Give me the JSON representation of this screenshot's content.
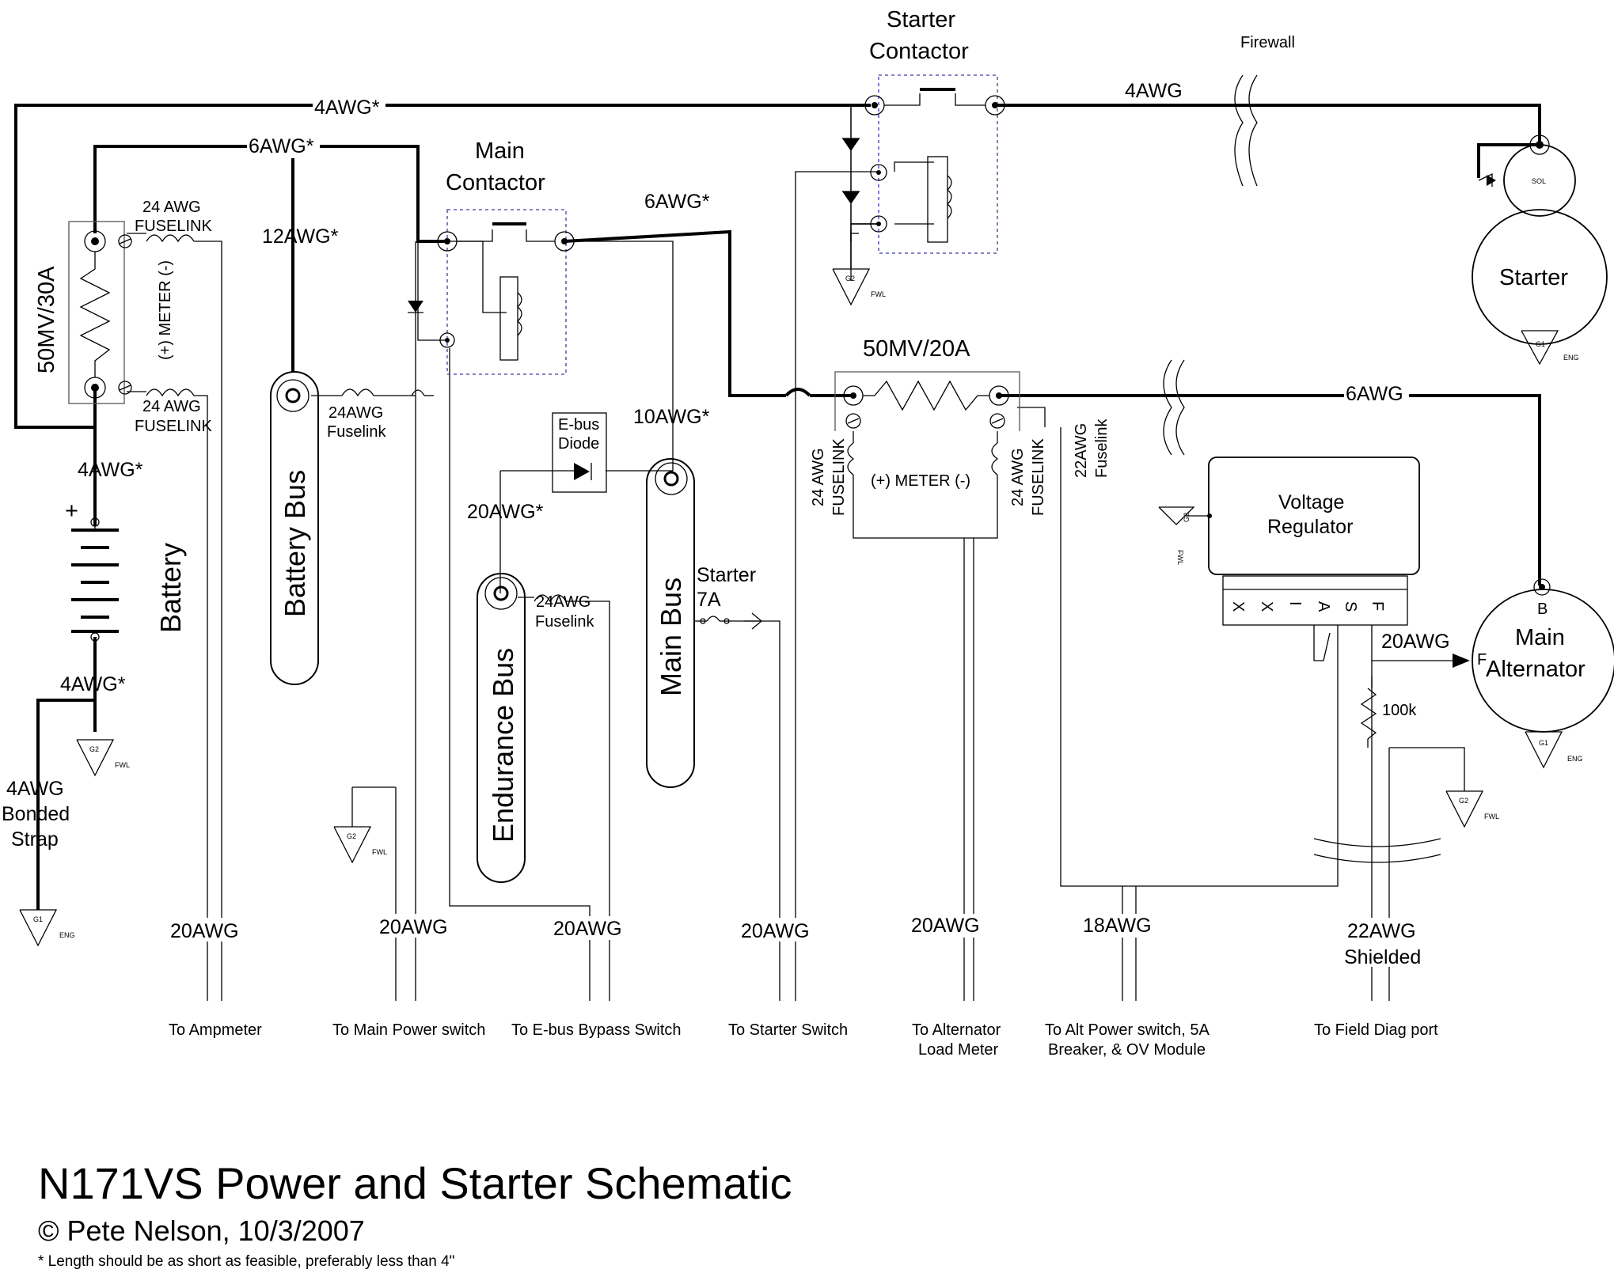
{
  "title": "N171VS Power and Starter Schematic",
  "copyright": "© Pete Nelson, 10/3/2007",
  "footnote": "*  Length should be as short as feasible, preferably less than 4\"",
  "components": {
    "battery": "Battery",
    "battery_plus": "+",
    "battery_shunt": "50MV/30A",
    "battery_bus": "Battery Bus",
    "main_bus": "Main Bus",
    "endurance_bus": "Endurance Bus",
    "main_contactor": [
      "Main",
      "Contactor"
    ],
    "starter_contactor": [
      "Starter",
      "Contactor"
    ],
    "ebus_diode": [
      "E-bus",
      "Diode"
    ],
    "alt_shunt": "50MV/20A",
    "voltage_regulator": [
      "Voltage",
      "Regulator"
    ],
    "vr_pins": [
      "X",
      "X",
      "I",
      "A",
      "S",
      "F"
    ],
    "starter": "Starter",
    "solenoid": "SOL",
    "alternator": [
      "Main",
      "Alternator"
    ],
    "alt_terminal_b": "B",
    "alt_terminal_f": "F",
    "firewall": "Firewall",
    "meter_left": "(+) METER (-)",
    "meter_right": "(+) METER (-)",
    "starter_breaker": [
      "Starter",
      "7A"
    ],
    "resistor_100k": "100k"
  },
  "wires": {
    "w_4awg_top": "4AWG*",
    "w_6awg_top": "6AWG*",
    "w_4awg_firewall": "4AWG",
    "w_6awg_maincont": "6AWG*",
    "w_12awg": "12AWG*",
    "w_10awg": "10AWG*",
    "w_20awg_ebus": "20AWG*",
    "w_4awg_batt": "4AWG*",
    "w_4awg_gnd": "4AWG*",
    "w_6awg_alt": "6AWG",
    "w_20awg_field": "20AWG",
    "fl_24awg_upper": [
      "24 AWG",
      "FUSELINK"
    ],
    "fl_24awg_lower": [
      "24 AWG",
      "FUSELINK"
    ],
    "fl_battbus": [
      "24AWG",
      "Fuselink"
    ],
    "fl_ebus": [
      "24AWG",
      "Fuselink"
    ],
    "fl_alt_left": [
      "24 AWG",
      "FUSELINK"
    ],
    "fl_alt_right": [
      "24 AWG",
      "FUSELINK"
    ],
    "fl_alt_22": [
      "22AWG",
      "Fuselink"
    ],
    "bonded_strap": [
      "4AWG",
      "Bonded",
      "Strap"
    ]
  },
  "grounds": {
    "g1": "G1",
    "g2": "G2",
    "eng": "ENG",
    "fwl": "FWL"
  },
  "bottom_gauges": [
    "20AWG",
    "20AWG",
    "20AWG",
    "20AWG",
    "20AWG",
    "18AWG",
    "22AWG",
    "Shielded"
  ],
  "destinations": {
    "ampmeter": "To Ampmeter",
    "main_power": "To Main Power switch",
    "ebus_bypass": "To E-bus Bypass Switch",
    "starter_switch": "To Starter Switch",
    "alt_meter": [
      "To Alternator",
      "Load Meter"
    ],
    "alt_power": [
      "To Alt Power switch, 5A",
      "Breaker, & OV Module"
    ],
    "field_diag": "To Field Diag port"
  }
}
